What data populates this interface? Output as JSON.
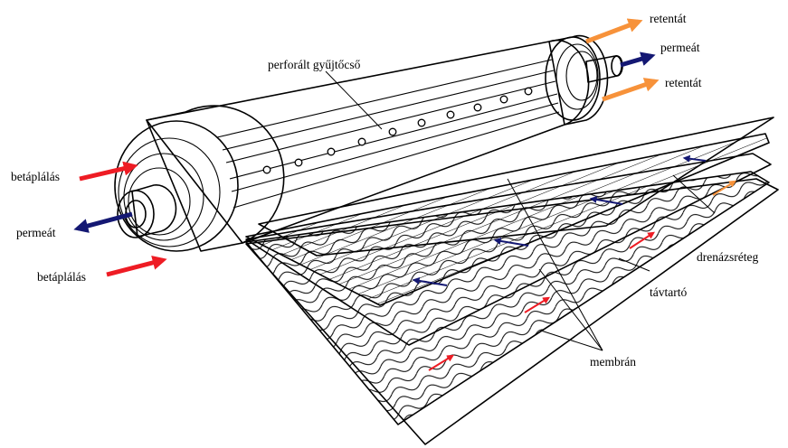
{
  "labels": {
    "feed_top": "betáplálás",
    "permeate_left": "permeát",
    "feed_bottom": "betáplálás",
    "collector_tube": "perforált gyűjtőcső",
    "retentate_top": "retentát",
    "permeate_right": "permeát",
    "retentate_bottom": "retentát",
    "drainage_layer": "drenázsréteg",
    "spacer": "távtartó",
    "membrane": "membrán"
  },
  "colors": {
    "feed_arrow": "#ee1c24",
    "permeate_arrow": "#141873",
    "retentate_arrow": "#f7923a",
    "membrane_fill": "#8c8c8c",
    "outline": "#000000",
    "background": "#ffffff"
  },
  "icons": {
    "feed": "arrow-right-icon",
    "permeate_out": "arrow-left-icon",
    "retentate": "arrow-up-right-icon"
  }
}
